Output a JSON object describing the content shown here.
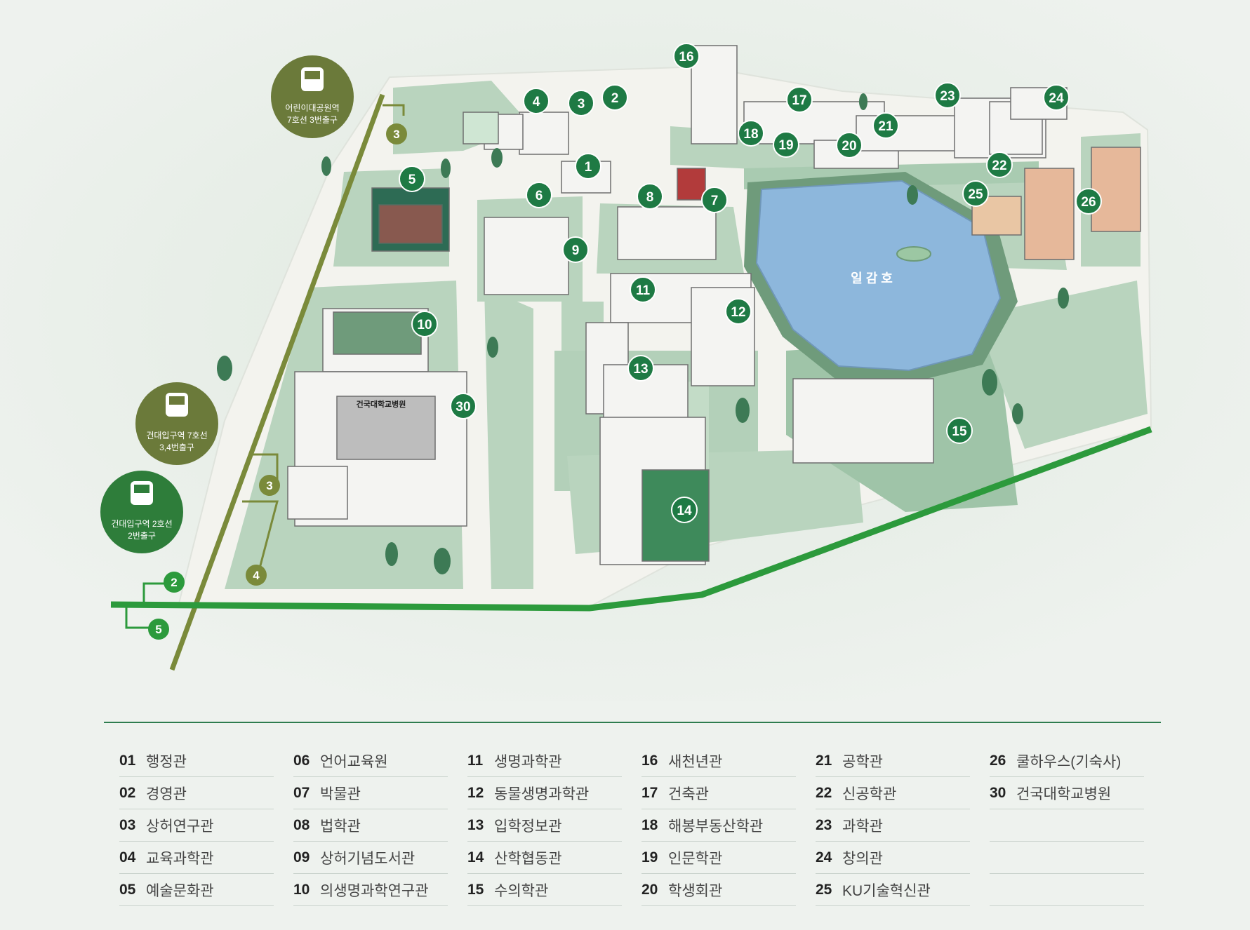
{
  "lake": {
    "label": "일 감 호"
  },
  "stations": [
    {
      "label": "어린이대공원역 7호선 3번출구",
      "line1": "어린이대공원역",
      "line2": "7호선 3번출구",
      "color": "#6b7a3a"
    },
    {
      "label": "건대입구역 7호선 3,4번출구",
      "line1": "건대입구역 7호선",
      "line2": "3,4번출구",
      "color": "#6b7a3a"
    },
    {
      "label": "건대입구역 2호선 2번출구",
      "line1": "건대입구역 2호선",
      "line2": "2번출구",
      "color": "#2e7d3a"
    }
  ],
  "exits": [
    {
      "label": "3",
      "line": "7"
    },
    {
      "label": "3",
      "line": "7"
    },
    {
      "label": "4",
      "line": "7"
    },
    {
      "label": "2",
      "line": "2"
    },
    {
      "label": "5",
      "line": "2"
    }
  ],
  "hospital_sign": "건국대학교병원",
  "building_pins": [
    "1",
    "2",
    "3",
    "4",
    "5",
    "6",
    "7",
    "8",
    "9",
    "10",
    "11",
    "12",
    "13",
    "14",
    "15",
    "16",
    "17",
    "18",
    "19",
    "20",
    "21",
    "22",
    "23",
    "24",
    "25",
    "26",
    "30"
  ],
  "colors": {
    "pin": "#1e7a44",
    "line7": "#7a8a3a",
    "line2": "#2c9a3c",
    "lake": "#8db7dc",
    "lawn": "#b7d3bd",
    "road": "#f2f2ec"
  },
  "legend": [
    [
      {
        "num": "01",
        "name": "행정관"
      },
      {
        "num": "02",
        "name": "경영관"
      },
      {
        "num": "03",
        "name": "상허연구관"
      },
      {
        "num": "04",
        "name": "교육과학관"
      },
      {
        "num": "05",
        "name": "예술문화관"
      }
    ],
    [
      {
        "num": "06",
        "name": "언어교육원"
      },
      {
        "num": "07",
        "name": "박물관"
      },
      {
        "num": "08",
        "name": "법학관"
      },
      {
        "num": "09",
        "name": "상허기념도서관"
      },
      {
        "num": "10",
        "name": "의생명과학연구관"
      }
    ],
    [
      {
        "num": "11",
        "name": "생명과학관"
      },
      {
        "num": "12",
        "name": "동물생명과학관"
      },
      {
        "num": "13",
        "name": "입학정보관"
      },
      {
        "num": "14",
        "name": "산학협동관"
      },
      {
        "num": "15",
        "name": "수의학관"
      }
    ],
    [
      {
        "num": "16",
        "name": "새천년관"
      },
      {
        "num": "17",
        "name": "건축관"
      },
      {
        "num": "18",
        "name": "해봉부동산학관"
      },
      {
        "num": "19",
        "name": "인문학관"
      },
      {
        "num": "20",
        "name": "학생회관"
      }
    ],
    [
      {
        "num": "21",
        "name": "공학관"
      },
      {
        "num": "22",
        "name": "신공학관"
      },
      {
        "num": "23",
        "name": "과학관"
      },
      {
        "num": "24",
        "name": "창의관"
      },
      {
        "num": "25",
        "name": "KU기술혁신관"
      }
    ],
    [
      {
        "num": "26",
        "name": "쿨하우스(기숙사)"
      },
      {
        "num": "30",
        "name": "건국대학교병원"
      },
      {
        "num": "",
        "name": ""
      },
      {
        "num": "",
        "name": ""
      },
      {
        "num": "",
        "name": ""
      }
    ]
  ]
}
